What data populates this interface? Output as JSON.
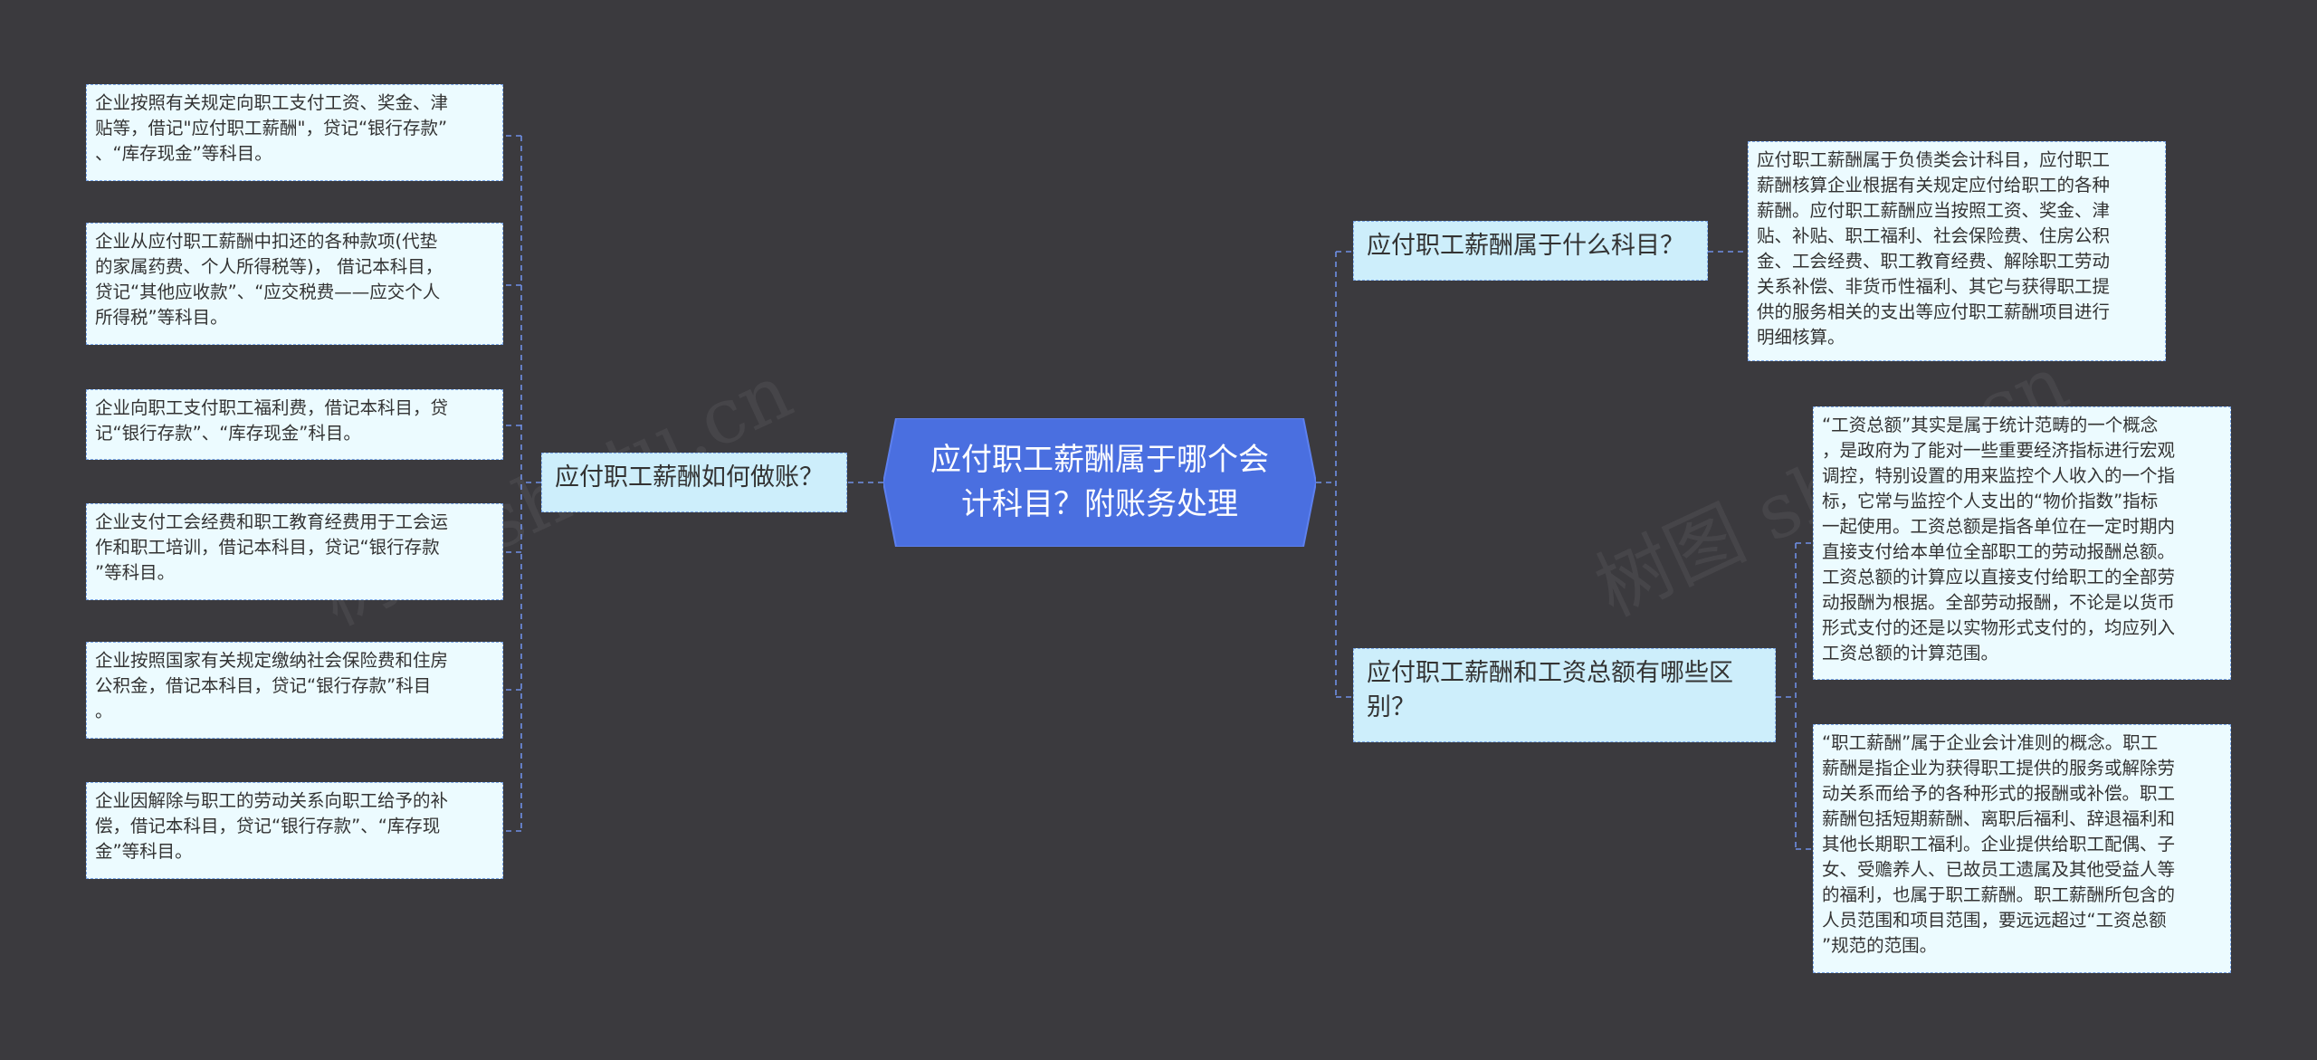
{
  "center": {
    "title": "应付职工薪酬属于哪个会\n计科目？附账务处理"
  },
  "watermark": {
    "left": "树图 shutu.cn",
    "right": "树图 shutu.cn"
  },
  "branches": {
    "left": {
      "label": "应付职工薪酬如何做账？"
    },
    "right_top": {
      "label": "应付职工薪酬属于什么科目？"
    },
    "right_bottom": {
      "label": "应付职工薪酬和工资总额有哪些区\n别？"
    }
  },
  "left_leaves": [
    "企业按照有关规定向职工支付工资、奖金、津\n贴等，借记\"应付职工薪酬\"，贷记“银行存款”\n、“库存现金”等科目。",
    "企业从应付职工薪酬中扣还的各种款项(代垫\n的家属药费、个人所得税等)，  借记本科目，\n贷记“其他应收款”、“应交税费——应交个人\n所得税”等科目。",
    "企业向职工支付职工福利费，借记本科目，贷\n记“银行存款”、“库存现金”科目。",
    "企业支付工会经费和职工教育经费用于工会运\n作和职工培训，借记本科目，贷记“银行存款\n”等科目。",
    "企业按照国家有关规定缴纳社会保险费和住房\n公积金，借记本科目，贷记“银行存款”科目\n。",
    "企业因解除与职工的劳动关系向职工给予的补\n偿，借记本科目，贷记“银行存款”、“库存现\n金”等科目。"
  ],
  "right_top_leaves": [
    "应付职工薪酬属于负债类会计科目，应付职工\n薪酬核算企业根据有关规定应付给职工的各种\n薪酬。应付职工薪酬应当按照工资、奖金、津\n贴、补贴、职工福利、社会保险费、住房公积\n金、工会经费、职工教育经费、解除职工劳动\n关系补偿、非货币性福利、其它与获得职工提\n供的服务相关的支出等应付职工薪酬项目进行\n明细核算。"
  ],
  "right_bottom_leaves": [
    "“工资总额”其实是属于统计范畴的一个概念\n，是政府为了能对一些重要经济指标进行宏观\n调控，特别设置的用来监控个人收入的一个指\n标，它常与监控个人支出的“物价指数”指标\n一起使用。工资总额是指各单位在一定时期内\n直接支付给本单位全部职工的劳动报酬总额。\n工资总额的计算应以直接支付给职工的全部劳\n动报酬为根据。全部劳动报酬，不论是以货币\n形式支付的还是以实物形式支付的，均应列入\n工资总额的计算范围。",
    "“职工薪酬”属于企业会计准则的概念。职工\n薪酬是指企业为获得职工提供的服务或解除劳\n动关系而给予的各种形式的报酬或补偿。职工\n薪酬包括短期薪酬、离职后福利、辞退福利和\n其他长期职工福利。企业提供给职工配偶、子\n女、受赡养人、已故员工遗属及其他受益人等\n的福利，也属于职工薪酬。职工薪酬所包含的\n人员范围和项目范围，要远远超过“工资总额\n”规范的范围。"
  ],
  "colors": {
    "background": "#3b3a3e",
    "center_fill": "#4a6fe0",
    "branch_fill": "#cdeefb",
    "leaf_fill": "#ecfbff",
    "connector": "#6f8fe6"
  }
}
